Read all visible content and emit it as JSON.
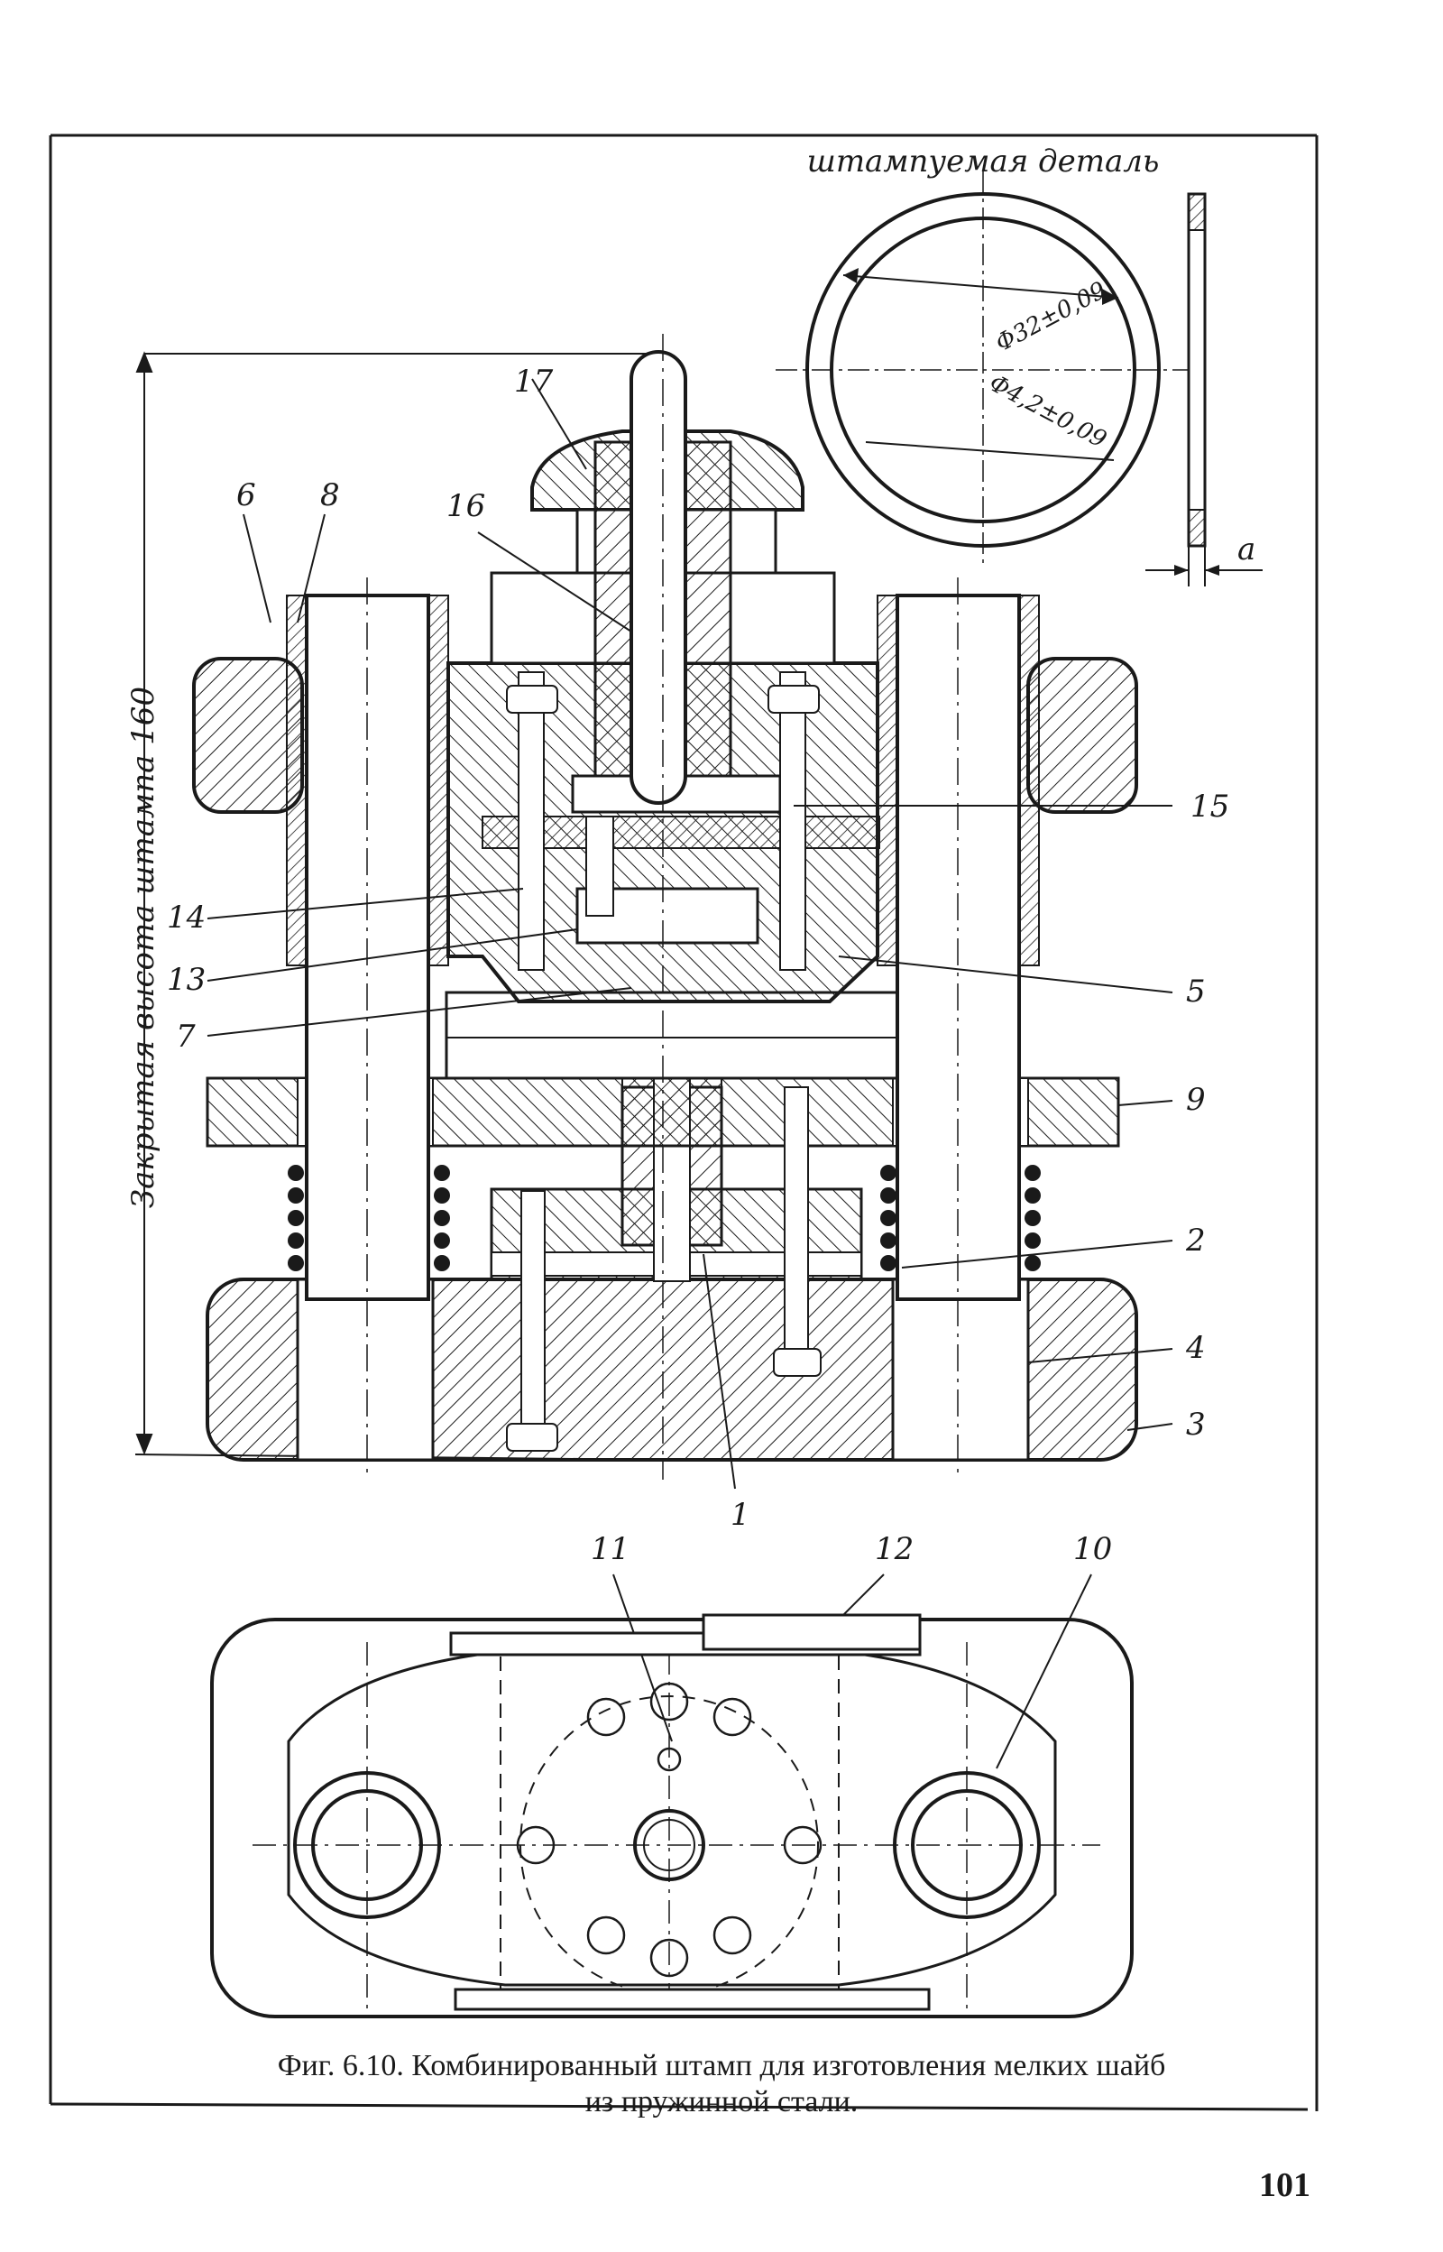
{
  "figure": {
    "detail_title": "штампуемая деталь",
    "dim_outer": "Φ32±0,09",
    "dim_inner": "Φ4,2±0,09",
    "dim_thickness": "a",
    "closed_height_label": "Закрытая высота штампа 160",
    "part_numbers": {
      "p1": "1",
      "p2": "2",
      "p3": "3",
      "p4": "4",
      "p5": "5",
      "p6": "6",
      "p7": "7",
      "p8": "8",
      "p9": "9",
      "p10": "10",
      "p11": "11",
      "p12": "12",
      "p13": "13",
      "p14": "14",
      "p15": "15",
      "p16": "16",
      "p17": "17"
    },
    "caption_line1": "Фиг. 6.10. Комбинированный штамп для изготовления мелких шайб",
    "caption_line2": "из пружинной стали."
  },
  "page": {
    "number": "101"
  }
}
